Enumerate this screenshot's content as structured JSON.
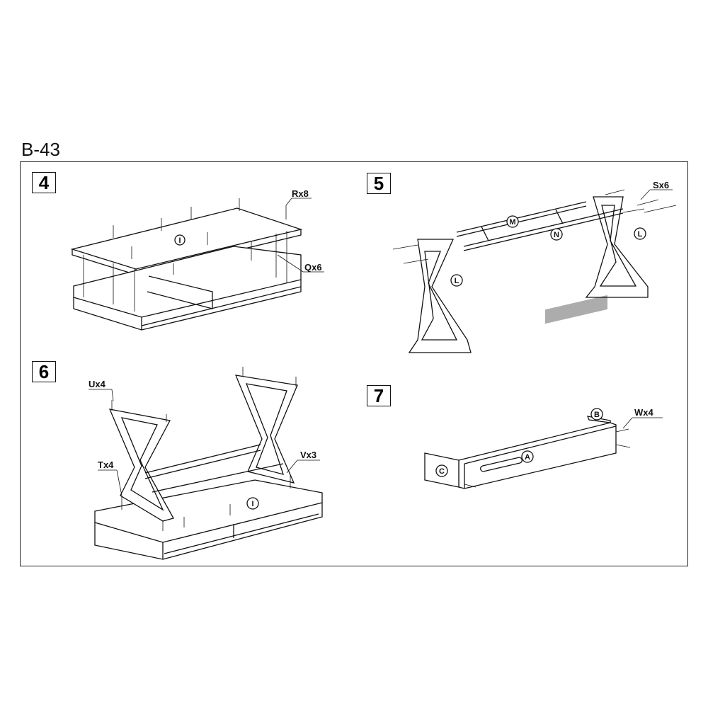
{
  "document_title": "B-43",
  "steps": [
    {
      "number": "4",
      "labels": {
        "screws_r": "Rx8",
        "dowels_q": "Qx6",
        "part": "I"
      }
    },
    {
      "number": "5",
      "labels": {
        "screws_s": "Sx6",
        "part_m": "M",
        "part_n": "N",
        "part_l_left": "L",
        "part_l_right": "L"
      }
    },
    {
      "number": "6",
      "labels": {
        "screws_u": "Ux4",
        "screws_t": "Tx4",
        "screws_v": "Vx3",
        "part": "I"
      }
    },
    {
      "number": "7",
      "labels": {
        "screws_w": "Wx4",
        "part_a": "A",
        "part_b": "B",
        "part_c": "C"
      }
    }
  ]
}
